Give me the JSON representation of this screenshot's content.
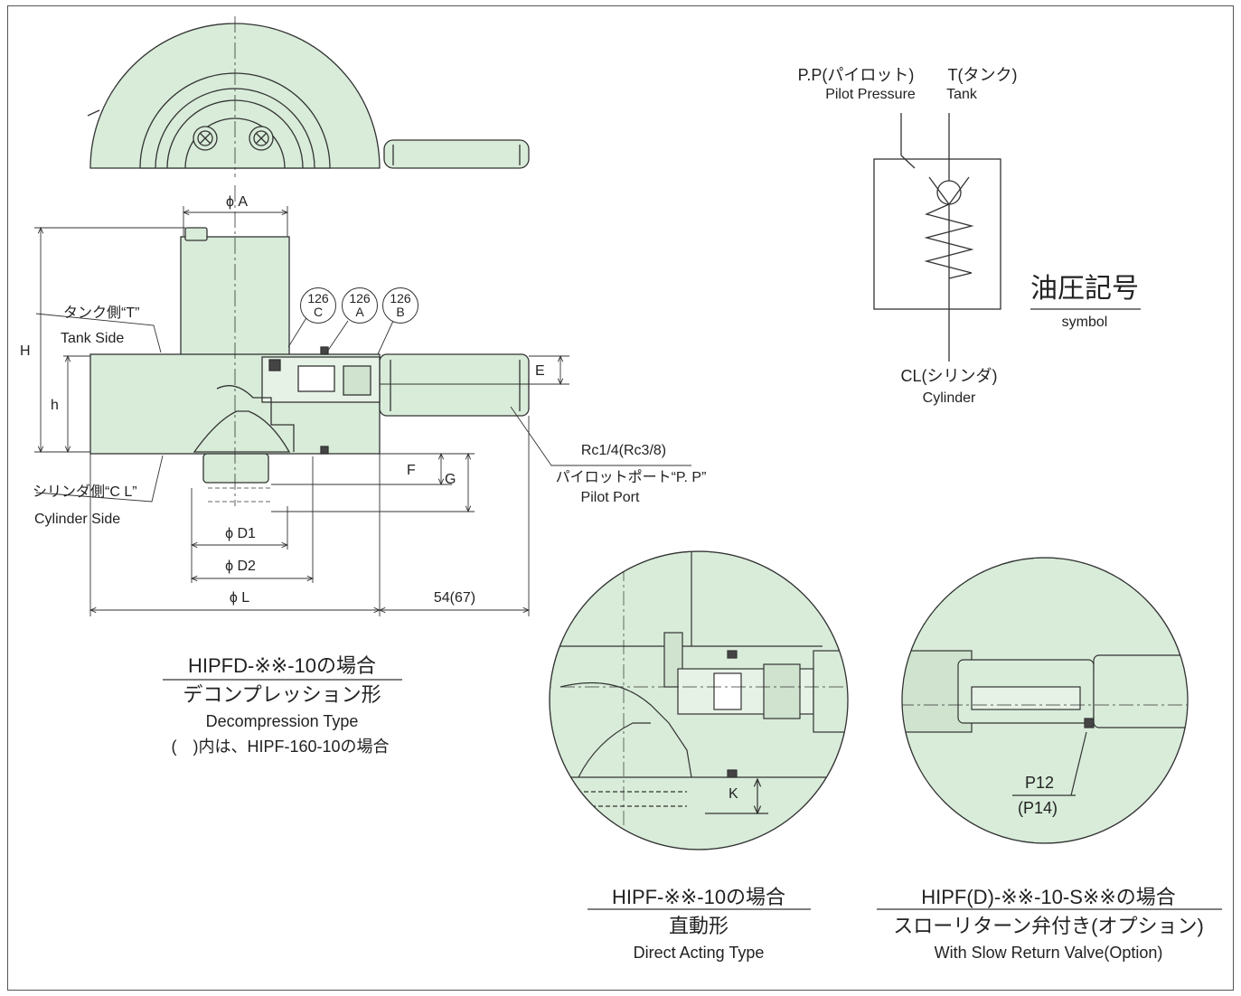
{
  "section_main": {
    "dimensions": {
      "phi_A": "ϕ A",
      "H": "H",
      "h": "h",
      "E": "E",
      "F": "F",
      "G": "G",
      "phi_D1": "ϕ D1",
      "phi_D2": "ϕ D2",
      "phi_L": "ϕ L",
      "port_offset": "54(67)"
    },
    "bubbles": [
      {
        "num": "126",
        "letter": "C"
      },
      {
        "num": "126",
        "letter": "A"
      },
      {
        "num": "126",
        "letter": "B"
      }
    ],
    "tank_side_jp": "タンク側“T”",
    "tank_side_en": "Tank Side",
    "cylinder_side_jp": "シリンダ側“C L”",
    "cylinder_side_en": "Cylinder Side",
    "pilot_port_size": "Rc1/4(Rc3/8)",
    "pilot_port_jp": "パイロットポート“P. P”",
    "pilot_port_en": "Pilot Port",
    "caption_model": "HIPFD-※※-10の場合",
    "caption_jp": "デコンプレッション形",
    "caption_en": "Decompression Type",
    "caption_note": "(　)内は、HIPF-160-10の場合"
  },
  "symbol": {
    "pp_jp": "P.P(パイロット)",
    "pp_en": "Pilot Pressure",
    "t_jp": "T(タンク)",
    "t_en": "Tank",
    "cl_jp": "CL(シリンダ)",
    "cl_en": "Cylinder",
    "title_jp": "油圧記号",
    "title_en": "symbol"
  },
  "detail_direct": {
    "dim_K": "K",
    "caption_model": "HIPF-※※-10の場合",
    "caption_jp": "直動形",
    "caption_en": "Direct Acting Type"
  },
  "detail_slow_return": {
    "part_label": "P12",
    "part_label_alt": "(P14)",
    "caption_model": "HIPF(D)-※※-10-S※※の場合",
    "caption_jp": "スローリターン弁付き(オプション)",
    "caption_en": "With Slow Return Valve(Option)"
  },
  "colors": {
    "fill": "#d8ecd9",
    "line": "#333333"
  }
}
